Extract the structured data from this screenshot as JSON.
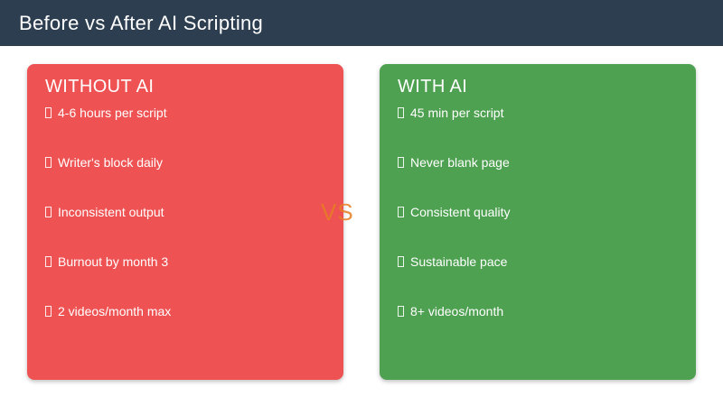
{
  "header": {
    "title": "Before vs After AI Scripting"
  },
  "vs_label": "VS",
  "cards": {
    "without_ai": {
      "title": "WITHOUT AI",
      "items": [
        "4-6 hours per script",
        "Writer's block daily",
        "Inconsistent output",
        "Burnout by month 3",
        "2 videos/month max"
      ]
    },
    "with_ai": {
      "title": "WITH AI",
      "items": [
        "45 min per script",
        "Never blank page",
        "Consistent quality",
        "Sustainable pace",
        "8+ videos/month"
      ]
    }
  },
  "icons": {
    "item_prefix": "missing-glyph-icon"
  },
  "colors": {
    "header_bg": "#2d3e50",
    "without_bg": "#ee5253",
    "with_bg": "#4fa152",
    "vs_color": "#e67e22",
    "text": "#ffffff"
  }
}
